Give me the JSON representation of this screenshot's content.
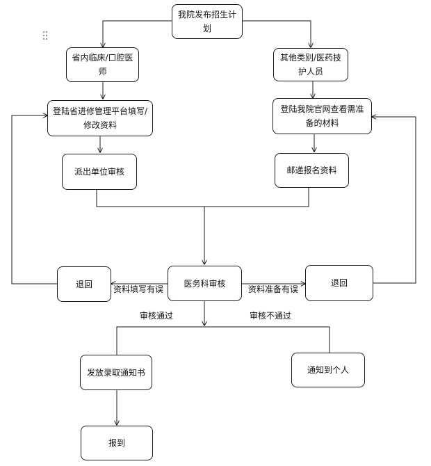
{
  "nodes": {
    "start": "我院发布招生计划",
    "left_category": "省内临床/口腔医师",
    "right_category": "其他类别/医药技护人员",
    "left_platform": "登陆省进修管理平台填写/修改资料",
    "right_website": "登陆我院官网查看需准备的材料",
    "left_unit_review": "派出单位审核",
    "right_mail": "邮递报名资料",
    "medical_review": "医务科审核",
    "left_return": "退回",
    "right_return": "退回",
    "admission_notice": "发放录取通知书",
    "notify_person": "通知到个人",
    "report": "报到"
  },
  "edges": {
    "left_error": "资料填写有误",
    "right_error": "资料准备有误",
    "approved": "审核通过",
    "rejected": "审核不通过"
  },
  "icons": {
    "grip": "drag-handle-icon"
  },
  "colors": {
    "line": "#1a1a1a",
    "background": "#ffffff"
  }
}
